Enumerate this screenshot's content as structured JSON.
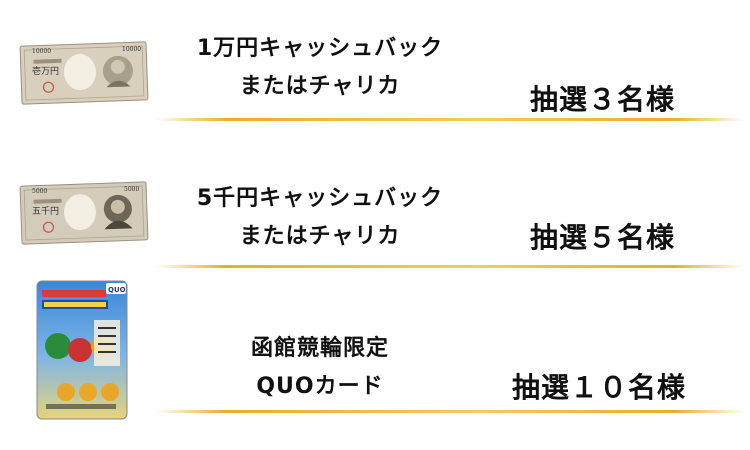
{
  "prizes": [
    {
      "name_line1": "1万円キャッシュバック",
      "name_line2": "またはチャリカ",
      "count": "抽選３名様",
      "image": "ten-thousand-yen-note",
      "note_value": "10000",
      "note_kanji": "壱万円"
    },
    {
      "name_line1": "5千円キャッシュバック",
      "name_line2": "またはチャリカ",
      "count": "抽選５名様",
      "image": "five-thousand-yen-note",
      "note_value": "5000",
      "note_kanji": "五千円"
    },
    {
      "name_line1": "函館競輪限定",
      "name_line2": "QUOカード",
      "count": "抽選１０名様",
      "image": "quo-card",
      "card_brand": "QUO"
    }
  ],
  "colors": {
    "gold": "#e2b228",
    "text": "#111111",
    "note_tone": "#cfc6b3"
  }
}
